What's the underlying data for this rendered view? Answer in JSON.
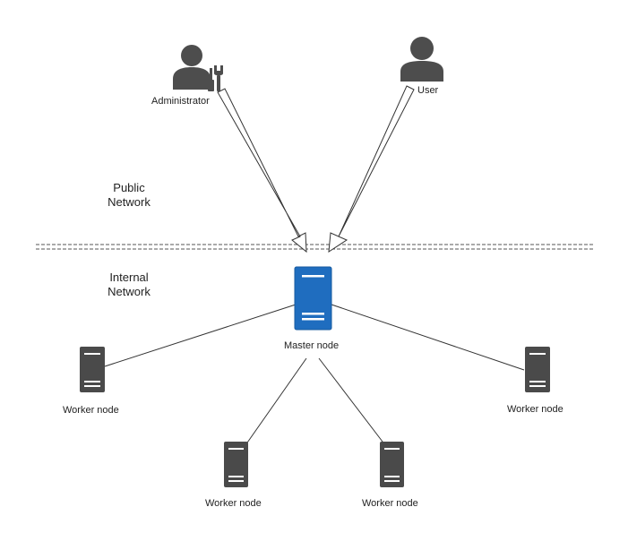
{
  "zones": {
    "public": {
      "line1": "Public",
      "line2": "Network"
    },
    "internal": {
      "line1": "Internal",
      "line2": "Network"
    }
  },
  "actors": {
    "administrator": {
      "label": "Administrator",
      "icon": "admin-user-wrench-icon"
    },
    "user": {
      "label": "User",
      "icon": "user-icon"
    }
  },
  "nodes": {
    "master": {
      "label": "Master node",
      "icon": "server-icon"
    },
    "workers": [
      {
        "label": "Worker node",
        "icon": "server-icon"
      },
      {
        "label": "Worker node",
        "icon": "server-icon"
      },
      {
        "label": "Worker node",
        "icon": "server-icon"
      },
      {
        "label": "Worker node",
        "icon": "server-icon"
      }
    ]
  },
  "colors": {
    "master": "#1f6dbf",
    "worker": "#4a4a4a",
    "person": "#4d4d4d",
    "line": "#333333"
  }
}
